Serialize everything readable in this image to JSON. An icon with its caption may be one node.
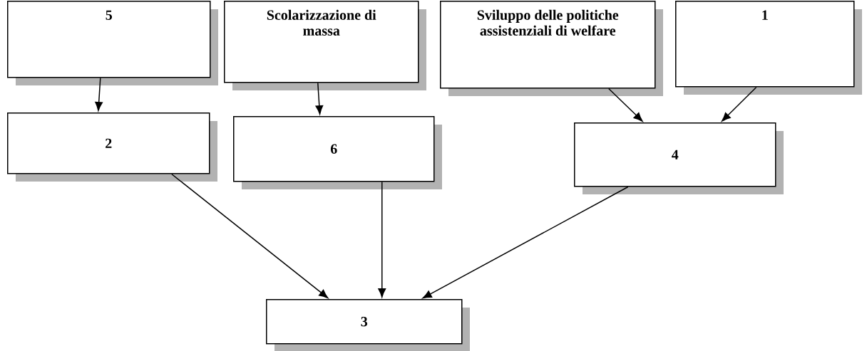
{
  "diagram": {
    "nodes": [
      {
        "text": [
          "5"
        ]
      },
      {
        "text": [
          "Scolarizzazione di massa"
        ]
      },
      {
        "text": [
          "Sviluppo delle politiche assistenziali di welfare"
        ]
      },
      {
        "text": [
          "1"
        ]
      },
      {
        "text": [
          "2"
        ]
      },
      {
        "text": [
          "6"
        ]
      },
      {
        "text": [
          "4"
        ]
      },
      {
        "text": [
          "3"
        ]
      }
    ],
    "edges": [
      {
        "from": 0,
        "to": 4,
        "arrow": "to"
      },
      {
        "from": 1,
        "to": 5,
        "arrow": "to"
      },
      {
        "from": 2,
        "to": 6,
        "arrow": "to"
      },
      {
        "from": 3,
        "to": 6,
        "arrow": "to"
      },
      {
        "from": 4,
        "to": 7,
        "arrow": "to"
      },
      {
        "from": 5,
        "to": 7,
        "arrow": "to"
      },
      {
        "from": 6,
        "to": 7,
        "arrow": "to"
      }
    ]
  }
}
